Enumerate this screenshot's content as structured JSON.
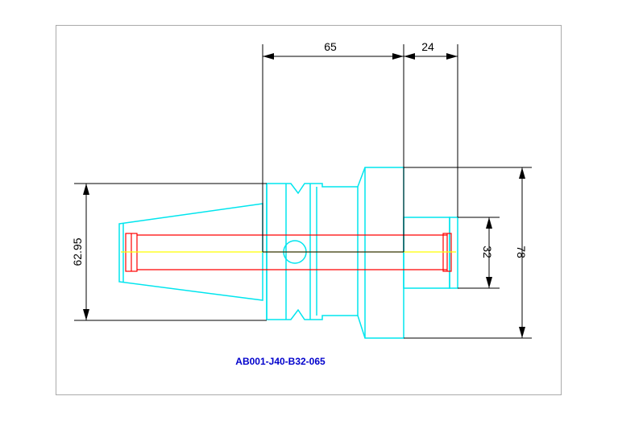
{
  "drawing": {
    "part_number": "AB001-J40-B32-065",
    "dimensions": {
      "length_65": "65",
      "length_24": "24",
      "height_62_95": "62.95",
      "diameter_32": "32",
      "diameter_78": "78"
    }
  },
  "colors": {
    "frame": "#aaaaaa",
    "outline": "#00e5ee",
    "bore": "#ff0000",
    "centerline": "#ffff00",
    "dimension": "#000000",
    "part_number": "#0000cc"
  }
}
